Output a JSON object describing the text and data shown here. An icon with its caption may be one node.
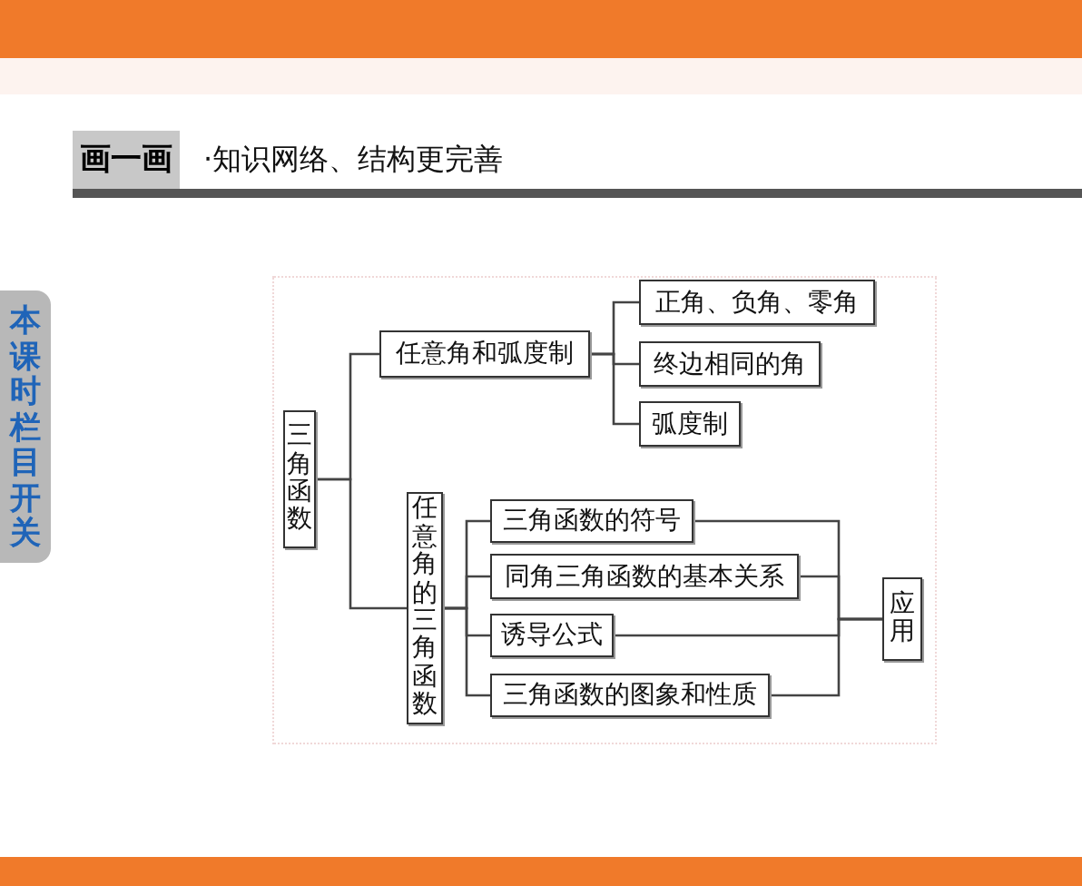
{
  "diagram": {
    "nodes": [
      {
        "text": [
          "三角函数"
        ]
      },
      {
        "text": [
          "任意角和弧度制"
        ]
      },
      {
        "text": [
          "正角、负角、零角"
        ]
      },
      {
        "text": [
          "终边相同的角"
        ]
      },
      {
        "text": [
          "弧度制"
        ]
      },
      {
        "text": [
          "任意角的三角函数"
        ]
      },
      {
        "text": [
          "三角函数的符号"
        ]
      },
      {
        "text": [
          "同角三角函数的基本关系"
        ]
      },
      {
        "text": [
          "诱导公式"
        ]
      },
      {
        "text": [
          "三角函数的图象和性质"
        ]
      },
      {
        "text": [
          "应用"
        ]
      }
    ],
    "edges": [
      {
        "from": 0,
        "to": 1,
        "arrow": "none"
      },
      {
        "from": 0,
        "to": 5,
        "arrow": "none"
      },
      {
        "from": 1,
        "to": 2,
        "arrow": "none"
      },
      {
        "from": 1,
        "to": 3,
        "arrow": "none"
      },
      {
        "from": 1,
        "to": 4,
        "arrow": "none"
      },
      {
        "from": 5,
        "to": 6,
        "arrow": "none"
      },
      {
        "from": 5,
        "to": 7,
        "arrow": "none"
      },
      {
        "from": 5,
        "to": 8,
        "arrow": "none"
      },
      {
        "from": 5,
        "to": 9,
        "arrow": "none"
      },
      {
        "from": 6,
        "to": 10,
        "arrow": "none"
      },
      {
        "from": 7,
        "to": 10,
        "arrow": "none"
      },
      {
        "from": 8,
        "to": 10,
        "arrow": "none"
      },
      {
        "from": 9,
        "to": 10,
        "arrow": "none"
      }
    ],
    "labels": [
      "画一画",
      "·知识网络、结构更完善",
      "本课时栏目开关"
    ]
  }
}
